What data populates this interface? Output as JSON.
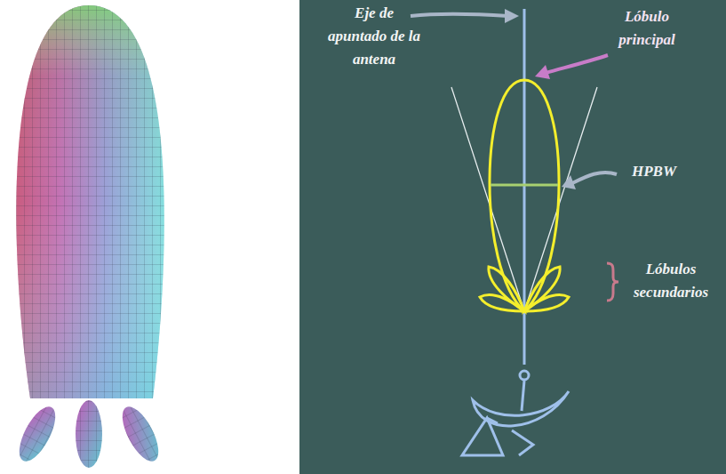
{
  "diagram": {
    "labels": [
      "Eje de apuntado de la antena",
      "Lóbulo principal",
      "HPBW",
      "Lóbulos secundarios"
    ]
  }
}
